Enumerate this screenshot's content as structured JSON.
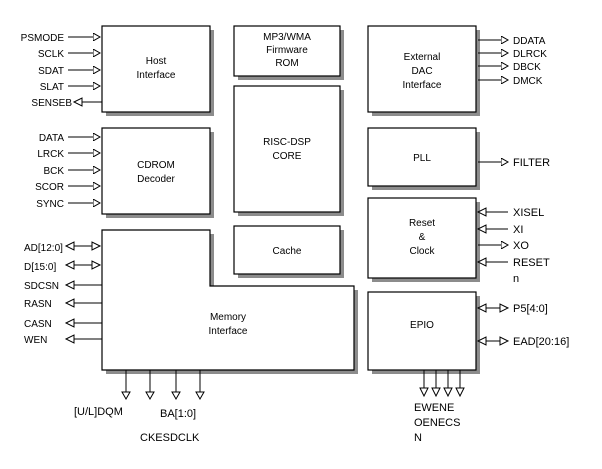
{
  "blocks": {
    "host": [
      "Host",
      "Interface"
    ],
    "cdrom": [
      "CDROM",
      "Decoder"
    ],
    "mp3": [
      "MP3/WMA",
      "Firmware",
      "ROM"
    ],
    "risc": [
      "RISC-DSP",
      "CORE"
    ],
    "cache": [
      "Cache"
    ],
    "memory": [
      "Memory",
      "Interface"
    ],
    "dac": [
      "External",
      "DAC",
      "Interface"
    ],
    "pll": [
      "PLL"
    ],
    "reset": [
      "Reset",
      "&",
      "Clock"
    ],
    "epio": [
      "EPIO"
    ]
  },
  "signals": {
    "host": [
      "PSMODE",
      "SCLK",
      "SDAT",
      "SLAT",
      "SENSEB"
    ],
    "cdrom": [
      "DATA",
      "LRCK",
      "BCK",
      "SCOR",
      "SYNC"
    ],
    "memory_left": [
      "AD[12:0]",
      "D[15:0]",
      "SDCSN",
      "RASN",
      "CASN",
      "WEN"
    ],
    "memory_bottom": [
      "[U/L]DQM",
      "BA[1:0]",
      "CKESDCLK"
    ],
    "dac": [
      "DDATA",
      "DLRCK",
      "DBCK",
      "DMCK"
    ],
    "pll": "FILTER",
    "reset": [
      "XISEL",
      "XI",
      "XO",
      "RESET",
      "n"
    ],
    "epio_right": [
      "P5[4:0]",
      "EAD[20:16]"
    ],
    "epio_bottom": [
      "EWENE",
      "OENECS",
      "N"
    ]
  }
}
